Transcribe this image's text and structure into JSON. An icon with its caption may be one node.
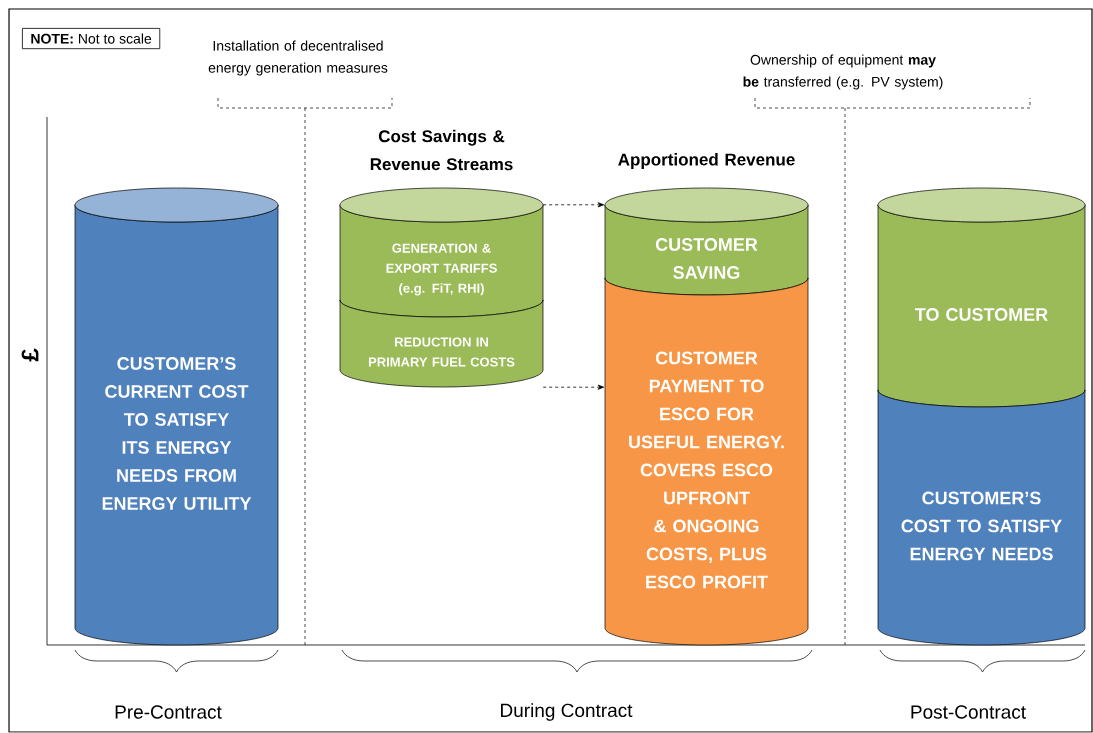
{
  "diagram": {
    "nodes": [
      {
        "text": [
          "**NOTE:** Not to scale"
        ]
      },
      {
        "text": [
          "CUSTOMER’S CURRENT COST TO SATISFY ITS ENERGY NEEDS FROM ENERGY UTILITY"
        ]
      },
      {
        "text": [
          "Cost Savings & Revenue Streams"
        ]
      },
      {
        "text": [
          "GENERATION & EXPORT TARIFFS (e.g. FiT, RHI)"
        ]
      },
      {
        "text": [
          "REDUCTION IN PRIMARY FUEL COSTS"
        ]
      },
      {
        "text": [
          "Apportioned Revenue"
        ]
      },
      {
        "text": [
          "CUSTOMER SAVING"
        ]
      },
      {
        "text": [
          "CUSTOMER PAYMENT TO ESCO FOR USEFUL ENERGY. COVERS ESCO UPFRONT & ONGOING COSTS, PLUS ESCO PROFIT"
        ]
      },
      {
        "text": [
          "TO CUSTOMER"
        ]
      },
      {
        "text": [
          "CUSTOMER’S COST TO SATISFY ENERGY NEEDS"
        ]
      }
    ],
    "edges": [
      {
        "from": 3,
        "to": 6,
        "arrow": "to",
        "style": "dashed"
      },
      {
        "from": 4,
        "to": 7,
        "arrow": "to",
        "style": "dashed"
      }
    ],
    "labels": [
      "Installation of decentralised energy generation measures",
      "Ownership of equipment **may be** transferred (e.g. PV system)",
      "£",
      "Pre-Contract",
      "During Contract",
      "Post-Contract"
    ]
  }
}
